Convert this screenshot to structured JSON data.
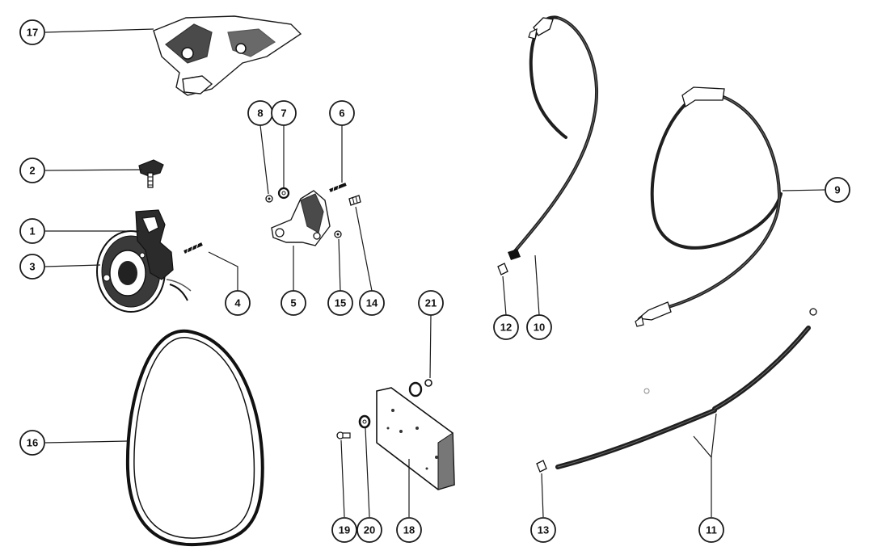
{
  "callouts": [
    {
      "id": "c17",
      "label": "17"
    },
    {
      "id": "c2",
      "label": "2"
    },
    {
      "id": "c1",
      "label": "1"
    },
    {
      "id": "c3",
      "label": "3"
    },
    {
      "id": "c4",
      "label": "4"
    },
    {
      "id": "c5",
      "label": "5"
    },
    {
      "id": "c8",
      "label": "8"
    },
    {
      "id": "c7",
      "label": "7"
    },
    {
      "id": "c6",
      "label": "6"
    },
    {
      "id": "c15",
      "label": "15"
    },
    {
      "id": "c14",
      "label": "14"
    },
    {
      "id": "c16",
      "label": "16"
    },
    {
      "id": "c21",
      "label": "21"
    },
    {
      "id": "c19",
      "label": "19"
    },
    {
      "id": "c20",
      "label": "20"
    },
    {
      "id": "c18",
      "label": "18"
    },
    {
      "id": "c12",
      "label": "12"
    },
    {
      "id": "c10",
      "label": "10"
    },
    {
      "id": "c9",
      "label": "9"
    },
    {
      "id": "c13",
      "label": "13"
    },
    {
      "id": "c11",
      "label": "11"
    }
  ]
}
